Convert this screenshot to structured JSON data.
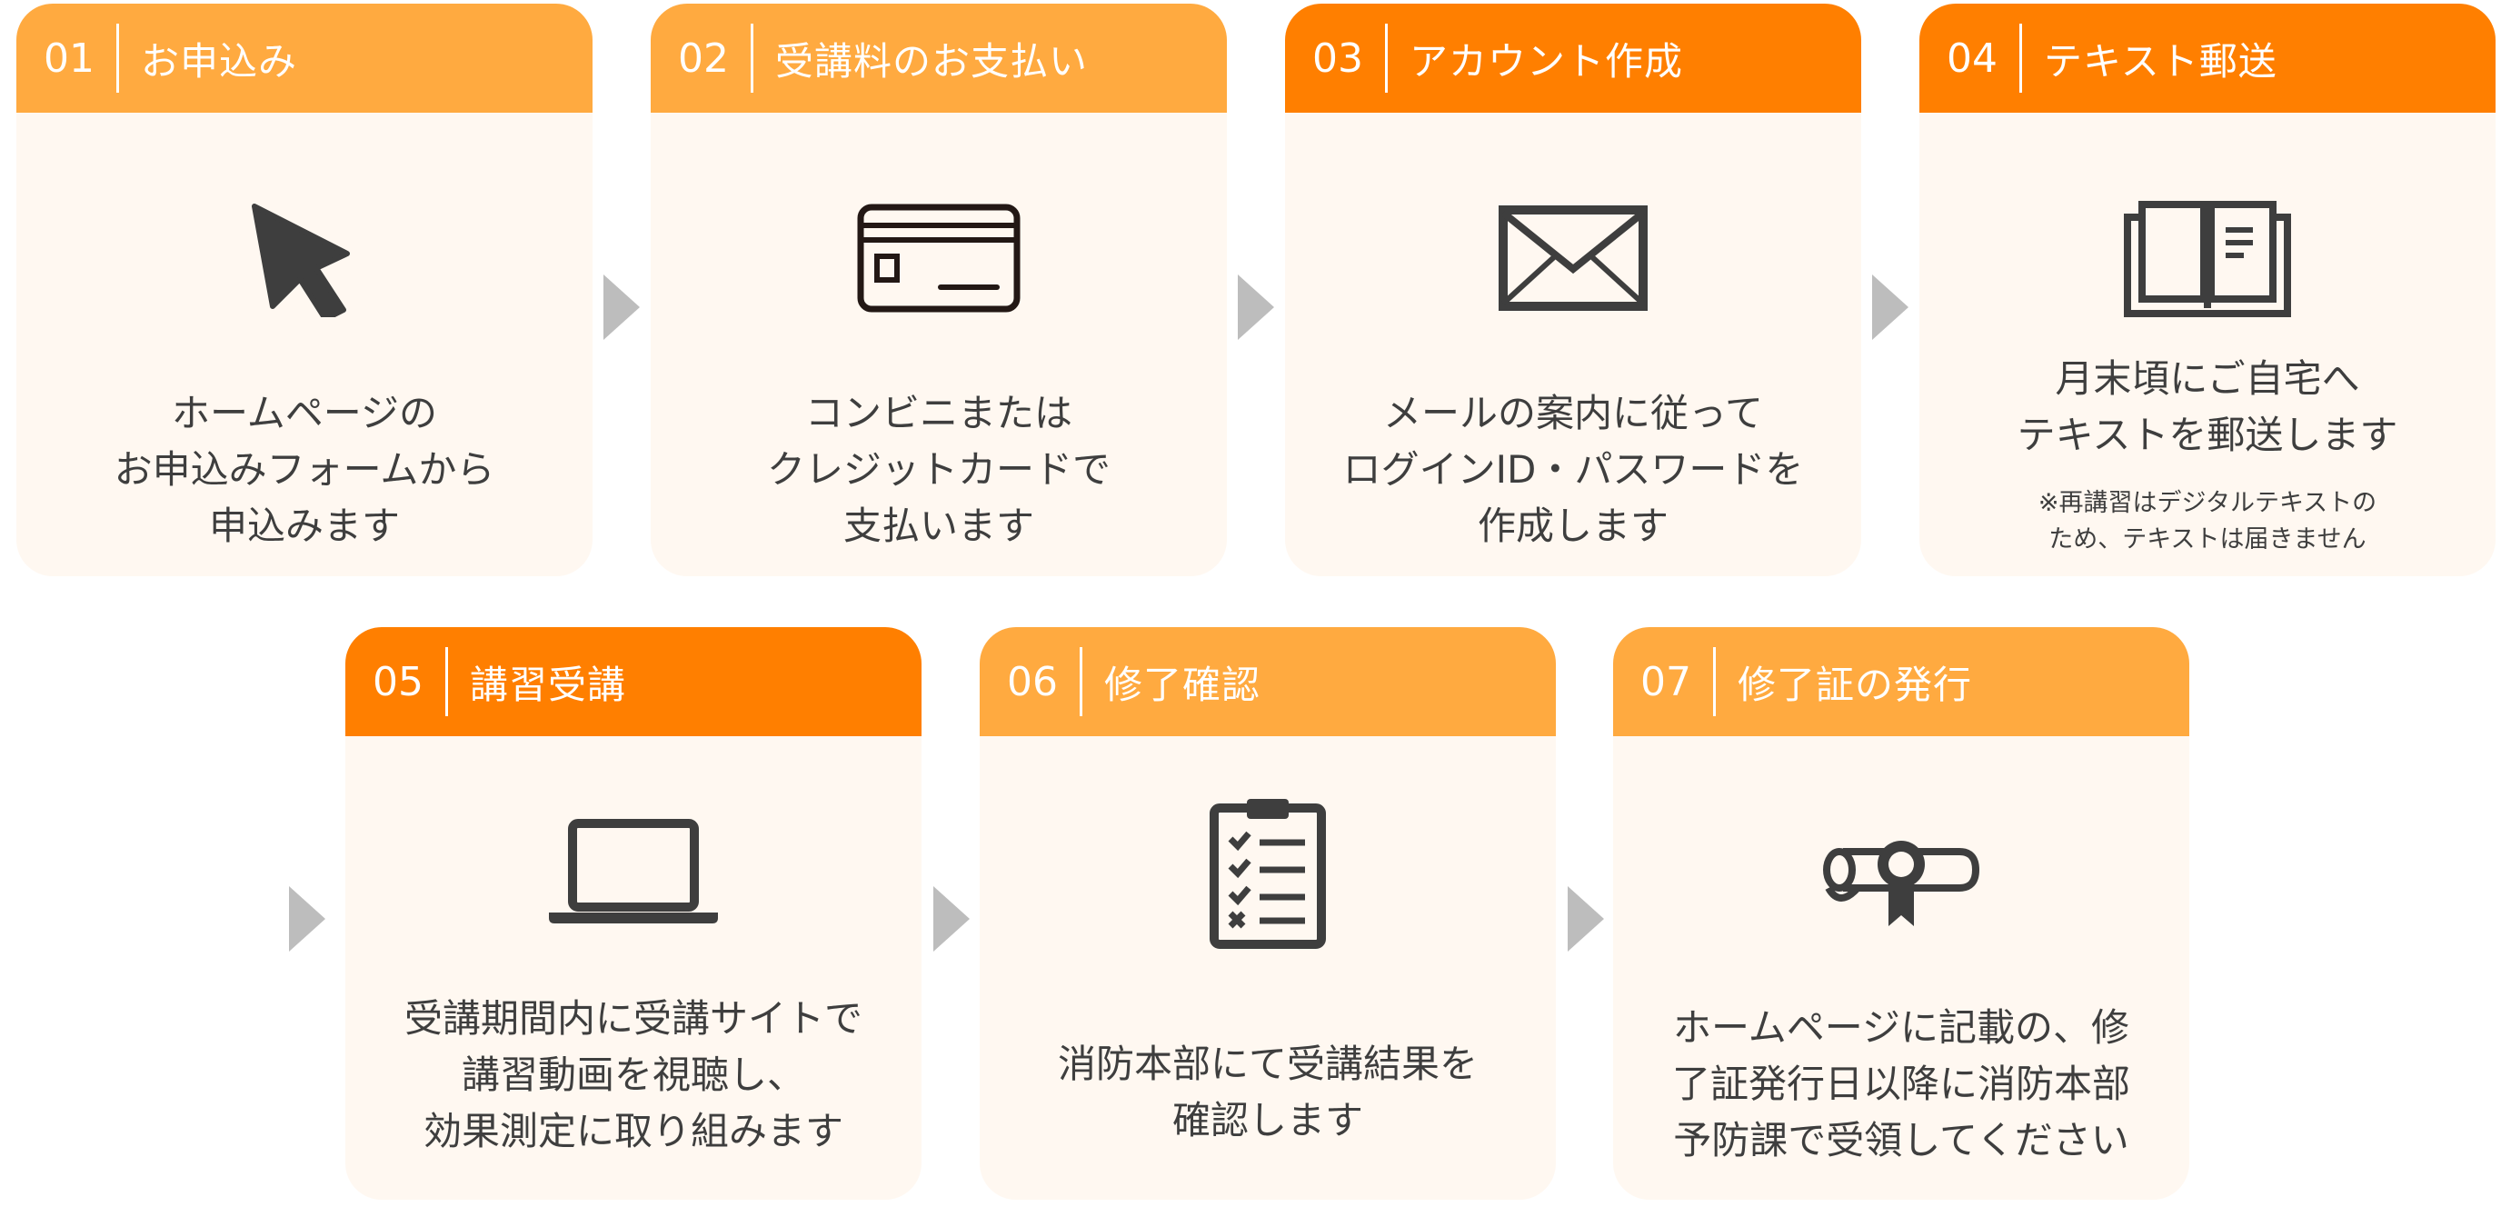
{
  "steps": [
    {
      "num": "01",
      "title": "お申込み",
      "text": "ホームページの\nお申込みフォームから\n申込みます",
      "icon": "cursor-icon"
    },
    {
      "num": "02",
      "title": "受講料のお支払い",
      "text": "コンビニまたは\nクレジットカードで\n支払います",
      "icon": "credit-card-icon"
    },
    {
      "num": "03",
      "title": "アカウント作成",
      "text": "メールの案内に従って\nログインID・パスワードを\n作成します",
      "icon": "envelope-icon"
    },
    {
      "num": "04",
      "title": "テキスト郵送",
      "text": "月末頃にご自宅へ\nテキストを郵送します",
      "note": "※再講習はデジタルテキストの\nため、テキストは届きません",
      "icon": "book-icon"
    },
    {
      "num": "05",
      "title": "講習受講",
      "text": "受講期間内に受講サイトで\n講習動画を視聴し、\n効果測定に取り組みます",
      "icon": "laptop-icon"
    },
    {
      "num": "06",
      "title": "修了確認",
      "text": "消防本部にて受講結果を\n確認します",
      "icon": "clipboard-checklist-icon"
    },
    {
      "num": "07",
      "title": "修了証の発行",
      "text": "ホームページに記載の、修\n了証発行日以降に消防本部\n予防課で受領してください",
      "icon": "certificate-icon"
    }
  ],
  "colors": {
    "header_light": "#ffaa40",
    "header_dark": "#ff7f00",
    "card_bg": "#fff8f1",
    "arrow": "#bdbdbd"
  }
}
